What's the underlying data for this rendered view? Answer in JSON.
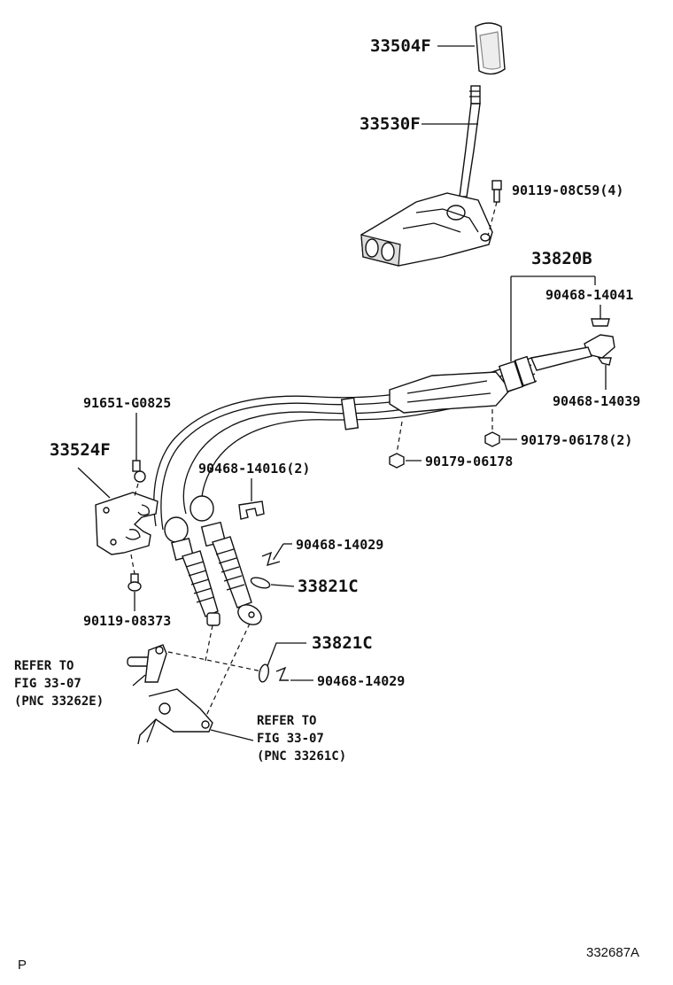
{
  "labels": {
    "knob": "33504F",
    "lever": "33530F",
    "bolt_housing": "90119-08C59(4)",
    "cable_assy": "33820B",
    "clip_upper": "90468-14041",
    "clip_right": "90468-14039",
    "nut_right": "90179-06178(2)",
    "nut_mid": "90179-06178",
    "bolt_bracket_top": "91651-G0825",
    "bracket": "33524F",
    "clip_mid": "90468-14016(2)",
    "clip_a": "90468-14029",
    "washer_a": "33821C",
    "bolt_bracket_bottom": "90119-08373",
    "washer_b": "33821C",
    "clip_b": "90468-14029"
  },
  "refs": {
    "ref1_line1": "REFER TO",
    "ref1_line2": "FIG 33-07",
    "ref1_line3": "(PNC 33262E)",
    "ref2_line1": "REFER TO",
    "ref2_line2": "FIG 33-07",
    "ref2_line3": "(PNC 33261C)"
  },
  "footer": {
    "left_mark": "P",
    "figure_id": "332687A"
  }
}
